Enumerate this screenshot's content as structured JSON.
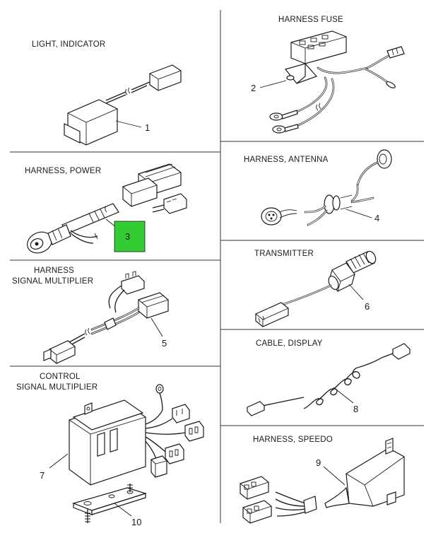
{
  "panels": [
    {
      "id": "light-indicator",
      "title": "LIGHT, INDICATOR",
      "callout": "1"
    },
    {
      "id": "harness-fuse",
      "title": "HARNESS FUSE",
      "callout": "2"
    },
    {
      "id": "harness-power",
      "title": "HARNESS, POWER",
      "callout": "3"
    },
    {
      "id": "harness-antenna",
      "title": "HARNESS, ANTENNA",
      "callout": "4"
    },
    {
      "id": "harness-signal-multiplier",
      "title_line1": "HARNESS",
      "title_line2": "SIGNAL MULTIPLIER",
      "callout": "5"
    },
    {
      "id": "transmitter",
      "title": "TRANSMITTER",
      "callout": "6"
    },
    {
      "id": "control-signal-multiplier",
      "title_line1": "CONTROL",
      "title_line2": "SIGNAL MULTIPLIER",
      "callout": "7",
      "callout2": "10"
    },
    {
      "id": "cable-display",
      "title": "CABLE, DISPLAY",
      "callout": "8"
    },
    {
      "id": "harness-speedo",
      "title": "HARNESS, SPEEDO",
      "callout": "9"
    }
  ],
  "highlight": {
    "panel": "harness-power",
    "color": "#33cc33"
  }
}
